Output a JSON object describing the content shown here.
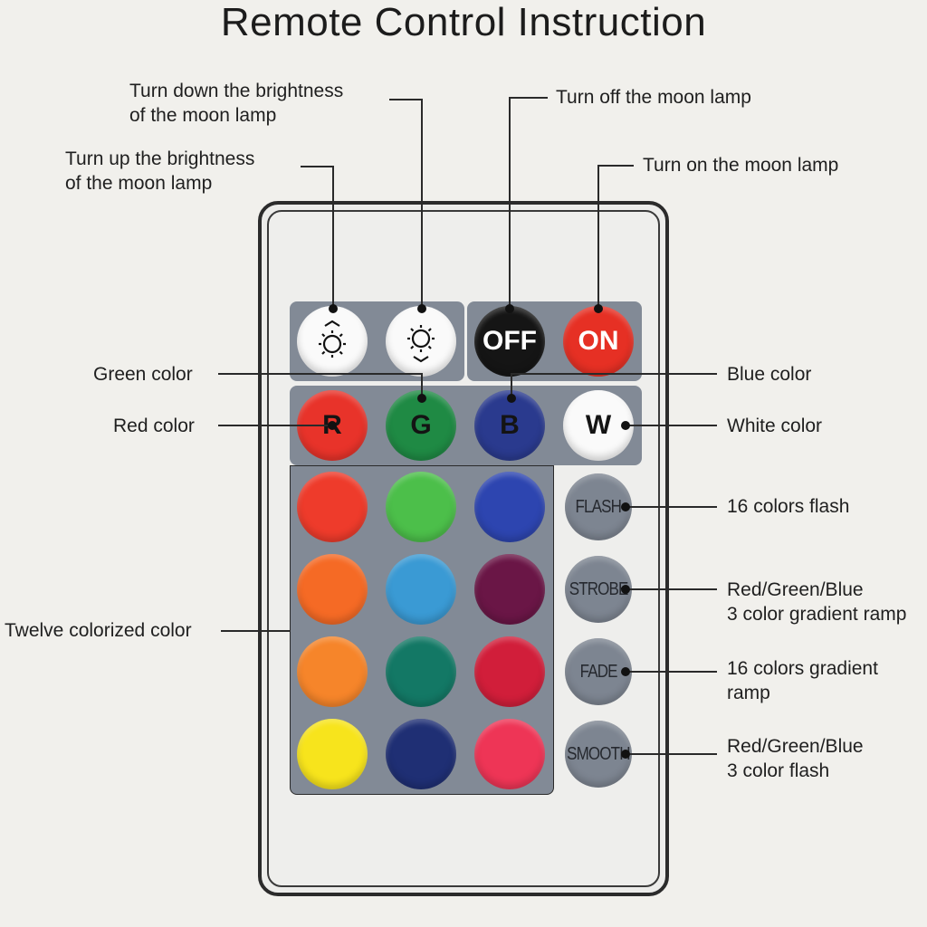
{
  "title": "Remote Control Instruction",
  "labels": {
    "bright_down_1": "Turn down the brightness",
    "bright_down_2": "of the moon lamp",
    "bright_up_1": "Turn up the brightness",
    "bright_up_2": "of the moon lamp",
    "off": "Turn off the moon lamp",
    "on": "Turn on the moon lamp",
    "green": "Green color",
    "blue": "Blue color",
    "red": "Red color",
    "white": "White color",
    "flash": "16 colors flash",
    "strobe_1": "Red/Green/Blue",
    "strobe_2": "3 color gradient ramp",
    "twelve": "Twelve colorized color",
    "fade_1": "16 colors gradient",
    "fade_2": "ramp",
    "smooth_1": "Red/Green/Blue",
    "smooth_2": "3 color flash"
  },
  "buttons": {
    "off": "OFF",
    "on": "ON",
    "r": "R",
    "g": "G",
    "b": "B",
    "w": "W",
    "flash": "FLASH",
    "strobe": "STROBE",
    "fade": "FADE",
    "smooth": "SMOOTH"
  },
  "colors": {
    "r": "#e8332a",
    "g": "#1f8a44",
    "b": "#2a3a8e",
    "w": "#fafafa",
    "grid": [
      "#ee3b2b",
      "#4cbf4a",
      "#2d45b0",
      "#f56a25",
      "#3a9ad4",
      "#6a1646",
      "#f6852a",
      "#137865",
      "#d11e3a",
      "#f7e41c",
      "#1f2f74",
      "#ee3556"
    ]
  }
}
